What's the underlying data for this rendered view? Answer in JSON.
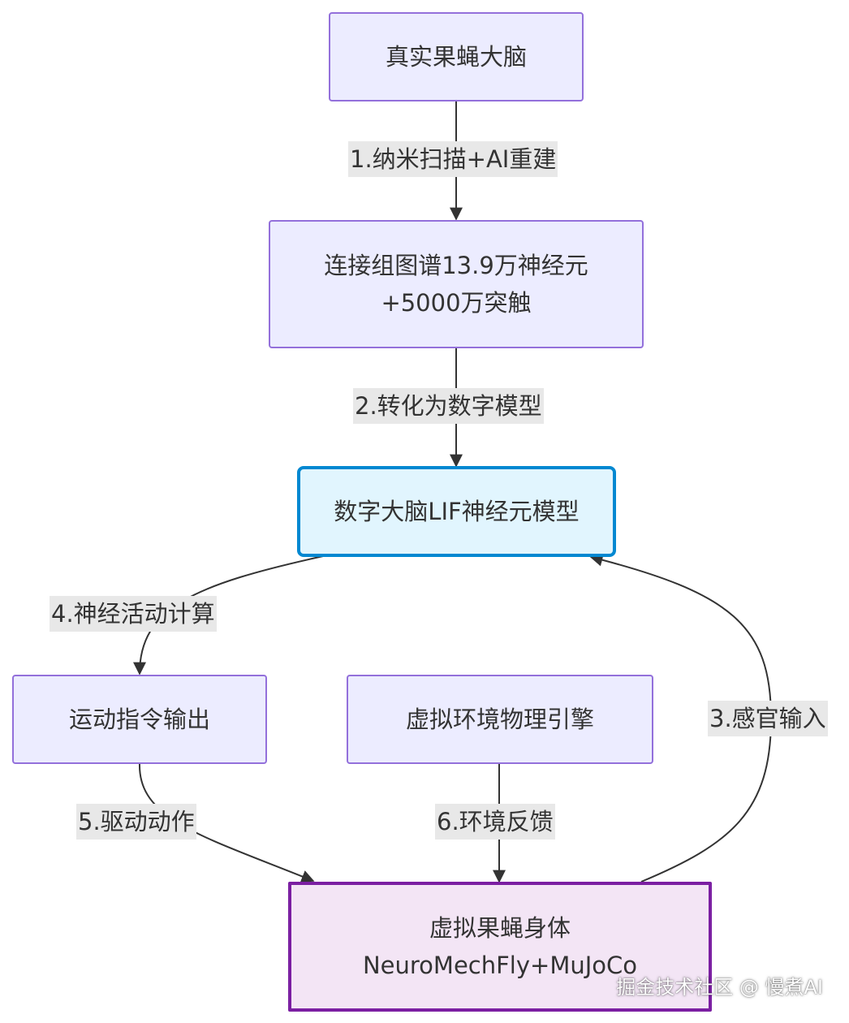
{
  "nodes": {
    "real_brain": "真实果蝇大脑",
    "connectome": [
      "连接组图谱13.9万神经元",
      "+5000万突触"
    ],
    "digital_brain": "数字大脑LIF神经元模型",
    "motor_output": "运动指令输出",
    "physics_engine": "虚拟环境物理引擎",
    "virtual_body": [
      "虚拟果蝇身体",
      "NeuroMechFly+MuJoCo"
    ]
  },
  "edges": {
    "e1": "1.纳米扫描+AI重建",
    "e2": "2.转化为数字模型",
    "e3": "3.感官输入",
    "e4": "4.神经活动计算",
    "e5": "5.驱动动作",
    "e6": "6.环境反馈"
  },
  "watermark": "掘金技术社区 @ 慢煮AI",
  "colors": {
    "node_fill": "#ececff",
    "node_stroke": "#9370db",
    "digital_fill": "#e1f5fe",
    "digital_stroke": "#0288d1",
    "body_fill": "#f3e5f5",
    "body_stroke": "#7b1fa2",
    "edge": "#333333",
    "label_bg": "#e8e8e8"
  }
}
